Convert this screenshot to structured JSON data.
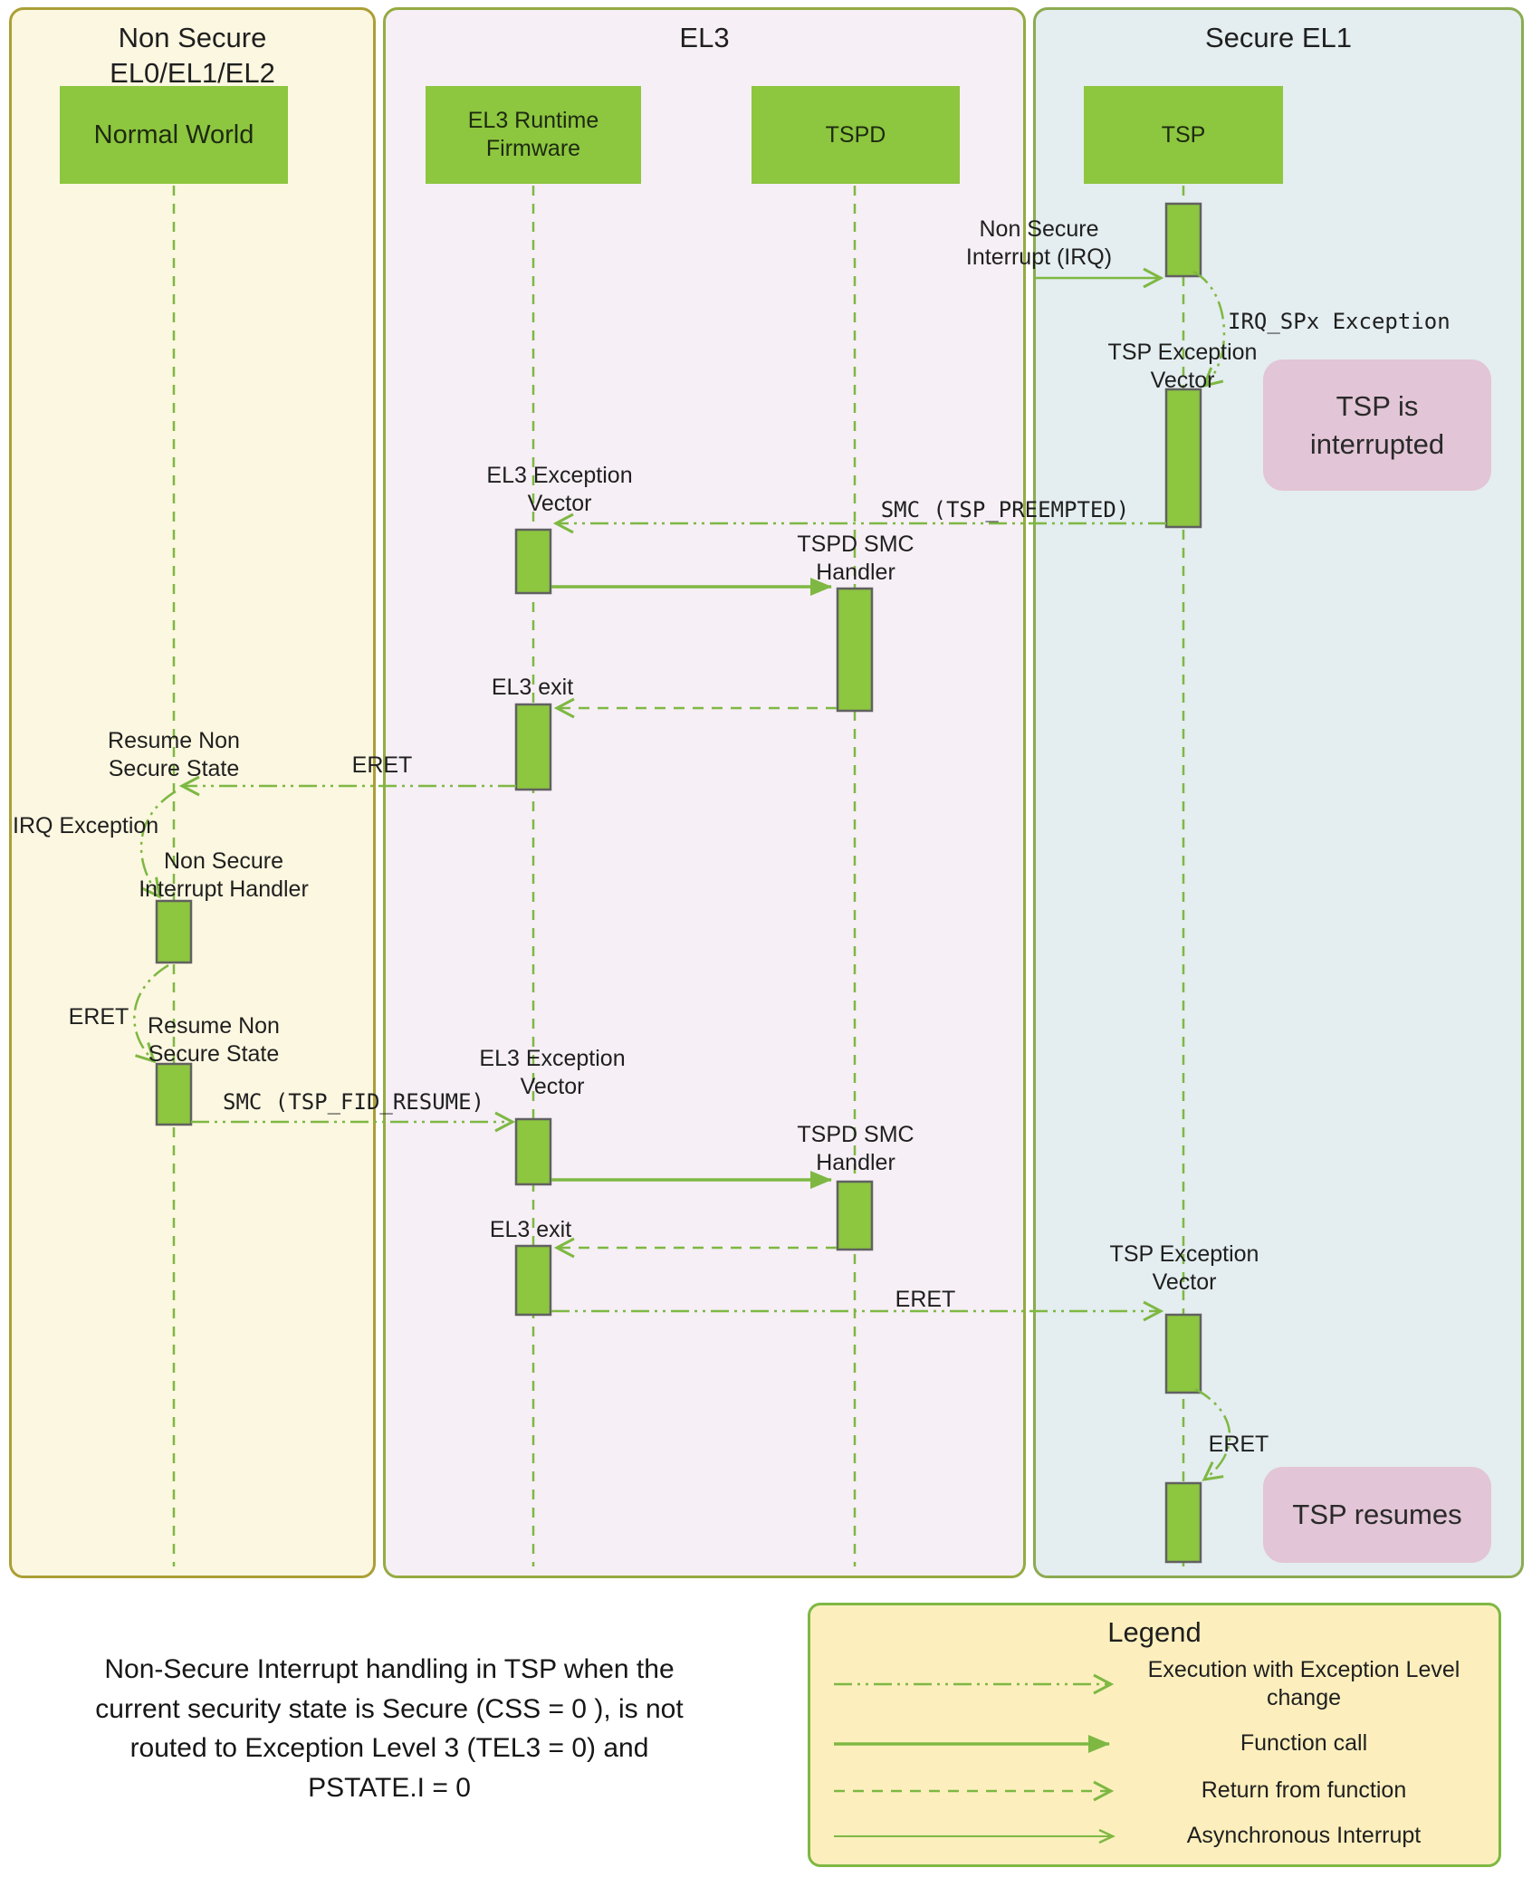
{
  "lanes": {
    "non_secure": {
      "title": "Non Secure\nEL0/EL1/EL2"
    },
    "el3": {
      "title": "EL3"
    },
    "secure_el1": {
      "title": "Secure EL1"
    }
  },
  "actors": {
    "normal_world": "Normal World",
    "el3_runtime_firmware": "EL3 Runtime\nFirmware",
    "tspd": "TSPD",
    "tsp": "TSP"
  },
  "messages": {
    "non_secure_interrupt": "Non Secure\nInterrupt (IRQ)",
    "irq_spx_exception": "IRQ_SPx Exception",
    "tsp_exception_vector_1": "TSP Exception\nVector",
    "smc_tsp_preempted": "SMC (TSP_PREEMPTED)",
    "el3_exception_vector_1": "EL3 Exception\nVector",
    "tspd_smc_handler_1": "TSPD SMC\nHandler",
    "el3_exit_1": "EL3 exit",
    "eret_1": "ERET",
    "resume_non_secure_state_1": "Resume Non\nSecure State",
    "irq_exception": "IRQ Exception",
    "non_secure_interrupt_handler": "Non Secure\nInterrupt Handler",
    "eret_2": "ERET",
    "resume_non_secure_state_2": "Resume Non\nSecure State",
    "smc_tsp_fid_resume": "SMC (TSP_FID_RESUME)",
    "el3_exception_vector_2": "EL3 Exception\nVector",
    "tspd_smc_handler_2": "TSPD SMC\nHandler",
    "el3_exit_2": "EL3 exit",
    "eret_3": "ERET",
    "tsp_exception_vector_2": "TSP Exception\nVector",
    "eret_4": "ERET"
  },
  "notes": {
    "tsp_interrupted": "TSP is\ninterrupted",
    "tsp_resumes": "TSP resumes"
  },
  "caption": "Non-Secure Interrupt handling in TSP when the\ncurrent security state is Secure (CSS = 0 ), is not\nrouted to Exception Level 3 (TEL3 = 0) and\nPSTATE.I = 0",
  "legend": {
    "title": "Legend",
    "items": [
      {
        "label": "Execution with Exception Level\nchange"
      },
      {
        "label": "Function call"
      },
      {
        "label": "Return from function"
      },
      {
        "label": "Asynchronous Interrupt"
      }
    ]
  },
  "colors": {
    "actor_green": "#8dc63f",
    "arrow_green": "#7eb843",
    "lane_non_secure_fill": "#fcf7e0",
    "lane_el3_fill": "#f6eff5",
    "lane_secure_el1_fill": "#e4edef",
    "note_pink": "#e2c5d6",
    "legend_fill": "#fcefbd"
  }
}
